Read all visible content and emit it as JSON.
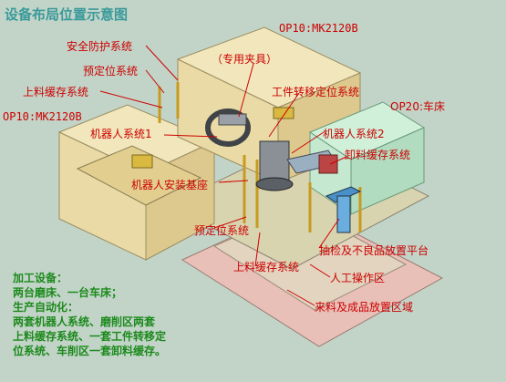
{
  "title": "设备布局位置示意图",
  "labels": {
    "op10_top": "OP10:MK2120B",
    "op10_left": "OP10:MK2120B",
    "op20": "OP20:车床",
    "safety": "安全防护系统",
    "preposition_top": "预定位系统",
    "upper_buffer_top": "上料缓存系统",
    "fixture": "（专用夹具）",
    "transfer": "工件转移定位系统",
    "robot1": "机器人系统1",
    "robot2": "机器人系统2",
    "unload_buffer": "卸料缓存系统",
    "robot_base": "机器人安装基座",
    "preposition_bottom": "预定位系统",
    "inspect": "抽检及不良品放置平台",
    "upper_buffer_bottom": "上料缓存系统",
    "manual": "人工操作区",
    "material": "来料及成品放置区域"
  },
  "notes": [
    "加工设备：",
    "  两台磨床、一台车床；",
    "生产自动化：",
    "  两套机器人系统、磨削区两套",
    "上料缓存系统、一套工件转移定",
    "位系统、车削区一套卸料缓存。"
  ],
  "colors": {
    "background": "#c2d4c8",
    "label_red": "#cc0000",
    "title_teal": "#3a9a9a",
    "notes_green": "#1c8a1c",
    "machine_cream": "#f0e3b4",
    "lathe_green": "#c4e9d0",
    "floor_pink": "#e8c0b8"
  }
}
